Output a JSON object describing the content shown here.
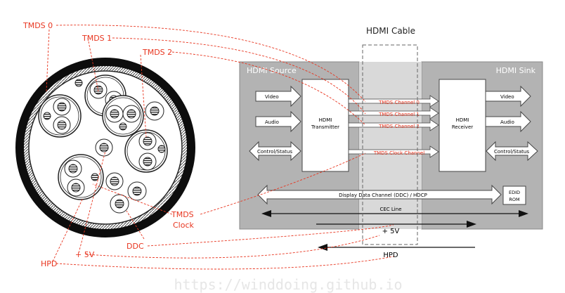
{
  "cable": {
    "labels": {
      "tmds0": "TMDS 0",
      "tmds1": "TMDS 1",
      "tmds2": "TMDS 2",
      "tmds_clock_1": "TMDS",
      "tmds_clock_2": "Clock",
      "ddc": "DDC",
      "plus5v": "+ 5V",
      "hpd": "HPD"
    }
  },
  "diagram": {
    "source_title": "HDMI Source",
    "sink_title": "HDMI Sink",
    "cable_title": "HDMI Cable",
    "transmitter": [
      "HDMI",
      "Transmitter"
    ],
    "receiver": [
      "HDMI",
      "Receiver"
    ],
    "source_inputs": [
      "Video",
      "Audio",
      "Control/Status"
    ],
    "sink_outputs": [
      "Video",
      "Audio",
      "Control/Status"
    ],
    "channels": [
      "TMDS Channel 0",
      "TMDS Channel 1",
      "TMDS Channel 2",
      "TMDS Clock Channel"
    ],
    "ddc_label": "Display Data Channel (DDC) / HDCP",
    "edid": [
      "EDID",
      "ROM"
    ],
    "cec_label": "CEC Line",
    "plus5v_label": "+ 5V",
    "hpd_label": "HPD"
  },
  "watermark": "https://winddoing.github.io",
  "colors": {
    "accent_red": "#e8351f",
    "panel_gray": "#b3b3b3",
    "dark": "#111111"
  }
}
